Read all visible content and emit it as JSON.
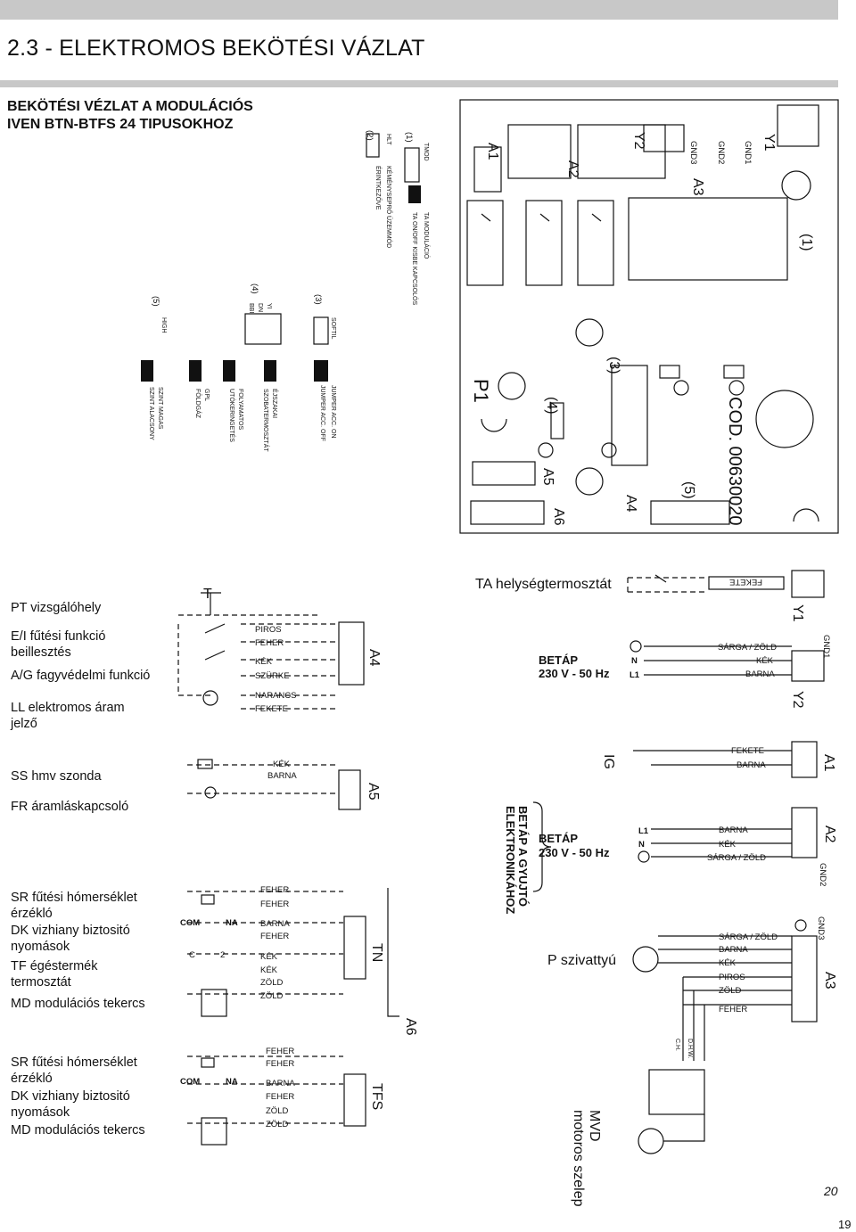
{
  "header": {
    "title": "2.3 - ELEKTROMOS BEKÖTÉSI VÁZLAT",
    "subtitle_line1": "BEKÖTÉSI VÉZLAT A MODULÁCIÓS",
    "subtitle_line2": "IVEN BTN-BTFS 24 TIPUSOKHOZ"
  },
  "board": {
    "code": "COD. 00630020",
    "labels": {
      "a1": "A1",
      "a2": "A2",
      "a3": "A3",
      "a4": "A4",
      "a5": "A5",
      "a6": "A6",
      "y1": "Y1",
      "y2": "Y2",
      "p1": "P1",
      "gnd1": "GND1",
      "gnd2": "GND2",
      "gnd3": "GND3",
      "n1": "(1)",
      "n3": "(3)",
      "n4": "(4)",
      "n5": "(5)"
    },
    "jumpers": {
      "j1_num": "(1)",
      "tmod": "TMOD",
      "ta_mod": "TA MODULÁCIÓ",
      "ta_onoff": "TA ON/OFF KISBE KAPCSOLÓS",
      "j2_num": "(2)",
      "hlt": "HLT",
      "kemeny": "KÉMÉNYSEPRŐ ÜZEMMÓD",
      "erin": "ÉRINTKEZŐVE",
      "j3_num": "(3)",
      "soft": "SOFTIL",
      "jon": "JUMPER ACC. ON",
      "joff": "JUMPER ACC. OFF",
      "j4_num": "(4)",
      "j4_yi": "YI",
      "j4_dn": "DN",
      "j4_bbi": "BBI",
      "j4_a": "ÉJSZAKAI",
      "j4_b": "SZOBATERMOSZTÁT",
      "j4_c": "FOLYAMATOS",
      "j4_d": "UTÓKERINGETÉS",
      "j4_e": "GPL",
      "j4_f": "FÖLDGÁZ",
      "j5_num": "(5)",
      "high": "HIGH",
      "szint_magas": "SZINT MAGAS",
      "szint_alacsony": "SZINT ALACSONY"
    }
  },
  "legend": {
    "pt": "PT vizsgálóhely",
    "ei_1": "E/I fűtési funkció",
    "ei_2": "beillesztés",
    "ag": "A/G  fagyvédelmi funkció",
    "ll_1": "LL elektromos áram",
    "ll_2": "jelző",
    "ss": "SS hmv szonda",
    "fr": "FR áramláskapcsoló",
    "sr1_1": "SR fűtési hómerséklet",
    "sr1_2": "érzékló",
    "dk1_1": "DK  vizhiany biztositó",
    "dk1_2": "nyomások",
    "tf_1": "TF égéstermék",
    "tf_2": "termosztát",
    "md1": "MD modulációs tekercs",
    "sr2_1": "SR fűtési hómerséklet",
    "sr2_2": "érzékló",
    "dk2_1": "DK  vizhiany biztositó",
    "dk2_2": "nyomások",
    "md2": "MD modulációs tekercs"
  },
  "wires": {
    "a4": [
      "PIROS",
      "FEHER",
      "KÉK",
      "SZÜRKE",
      "NARANCS",
      "FEKETE"
    ],
    "a5": [
      "KÉK",
      "BARNA"
    ],
    "tn": [
      "FEHER",
      "FEHER",
      "BARNA",
      "FEHER",
      "KÉK",
      "KÉK",
      "ZÖLD",
      "ZÖLD"
    ],
    "tfs": [
      "FEHER",
      "FEHER",
      "BARNA",
      "FEHER",
      "ZÖLD",
      "ZÖLD"
    ],
    "y1": "FEKETE",
    "y2": [
      "SÁRGA / ZÖLD",
      "KÉK",
      "BARNA"
    ],
    "a1": [
      "FEKETE",
      "BARNA"
    ],
    "a2": [
      "BARNA",
      "KÉK",
      "SÁRGA / ZÖLD"
    ],
    "a3": [
      "SÁRGA / ZÖLD",
      "BARNA",
      "KÉK",
      "PIROS",
      "ZÖLD",
      "FEHER"
    ]
  },
  "right": {
    "ta": "TA helységtermosztát",
    "betap": "BETÁP",
    "volt": "230 V - 50 Hz",
    "betap2": "BETÁP",
    "volt2": "230 V - 50 Hz",
    "gyujto_1": "BETÁP A GYUJTÓ",
    "gyujto_2": "ELEKTRONIKÁHOZ",
    "ig": "IG",
    "p_pump": "P szivattyú",
    "mvd": "MVD",
    "motoros": "motoros szelep",
    "dhw": "D.H.W.",
    "ch": "C.H.",
    "tn": "TN",
    "tfs": "TFS",
    "a6": "A6",
    "l1": "L1",
    "n": "N"
  },
  "page": {
    "fig_no": "20",
    "page_no": "19"
  }
}
